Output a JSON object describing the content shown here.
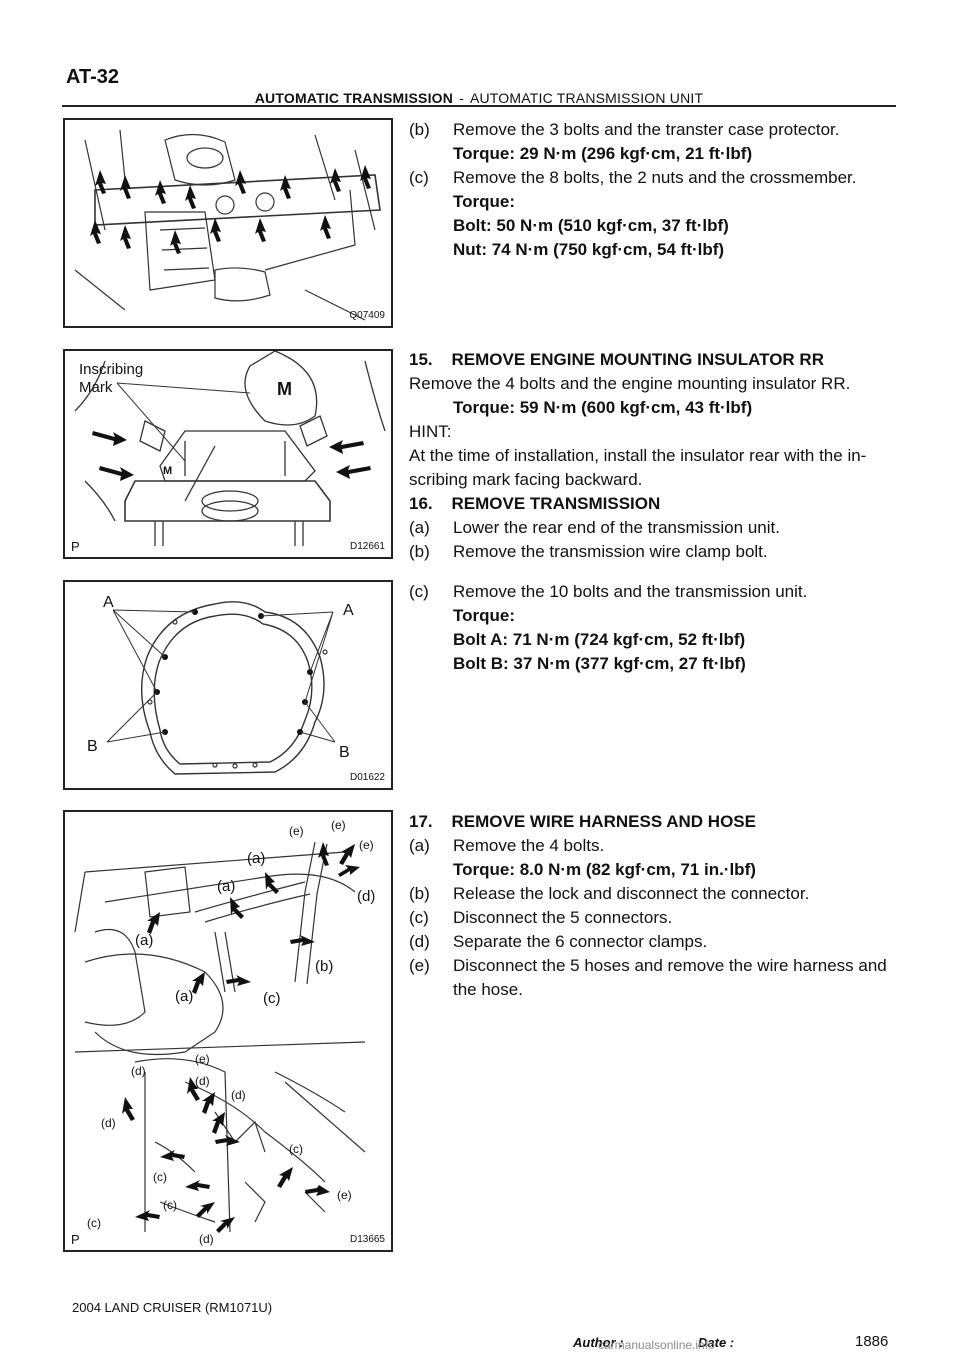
{
  "header": {
    "page_code": "AT-32",
    "title": "AUTOMATIC TRANSMISSION",
    "separator": "-",
    "subtitle": "AUTOMATIC TRANSMISSION UNIT"
  },
  "figures": [
    {
      "code": "Q07409",
      "p": ""
    },
    {
      "code": "D12661",
      "p": "P",
      "labels": [
        "Inscribing",
        "Mark"
      ]
    },
    {
      "code": "D01622",
      "p": "",
      "labels": [
        "A",
        "A",
        "B",
        "B"
      ]
    },
    {
      "code": "D13665",
      "p": "P",
      "labels": [
        "(e)",
        "(e)",
        "(e)",
        "(a)",
        "(a)",
        "(d)",
        "(a)",
        "(b)",
        "(a)",
        "(c)",
        "(e)",
        "(d)",
        "(d)",
        "(d)",
        "(d)",
        "(c)",
        "(c)",
        "(c)",
        "(e)",
        "(c)",
        "(d)"
      ]
    }
  ],
  "section1": {
    "b_label": "(b)",
    "b_text": "Remove the 3 bolts and the transter case protector.",
    "b_torque": "Torque: 29 N·m (296 kgf·cm, 21 ft·lbf)",
    "c_label": "(c)",
    "c_text": "Remove the 8 bolts, the 2 nuts and the crossmember.",
    "c_torque": "Torque:",
    "c_bolt": "Bolt: 50 N·m (510 kgf·cm, 37 ft·lbf)",
    "c_nut": "Nut: 74 N·m (750 kgf·cm, 54 ft·lbf)"
  },
  "section15": {
    "heading": "15.    REMOVE ENGINE MOUNTING INSULATOR RR",
    "text": "Remove the 4 bolts and the engine mounting insulator RR.",
    "torque": "Torque: 59 N·m (600 kgf·cm, 43 ft·lbf)",
    "hint": "HINT:",
    "hint_text1": "At the time of installation, install the insulator rear with the in-",
    "hint_text2": "scribing mark facing backward."
  },
  "section16": {
    "heading": "16.    REMOVE TRANSMISSION",
    "a_label": "(a)",
    "a_text": "Lower the rear end of the transmission unit.",
    "b_label": "(b)",
    "b_text": "Remove the transmission wire clamp bolt.",
    "c_label": "(c)",
    "c_text": "Remove the 10 bolts and the transmission unit.",
    "c_torque": "Torque:",
    "c_bolt_a": "Bolt A: 71 N·m (724 kgf·cm, 52 ft·lbf)",
    "c_bolt_b": "Bolt B: 37 N·m (377 kgf·cm, 27 ft·lbf)"
  },
  "section17": {
    "heading": "17.    REMOVE WIRE HARNESS AND HOSE",
    "a_label": "(a)",
    "a_text": "Remove the 4 bolts.",
    "a_torque": "Torque: 8.0 N·m (82 kgf·cm, 71 in.·lbf)",
    "b_label": "(b)",
    "b_text": "Release the lock and disconnect the connector.",
    "c_label": "(c)",
    "c_text": "Disconnect the 5 connectors.",
    "d_label": "(d)",
    "d_text": "Separate the 6 connector clamps.",
    "e_label": "(e)",
    "e_text1": "Disconnect the 5 hoses and remove the wire harness and",
    "e_text2": "the hose."
  },
  "footer": {
    "model": "2004 LAND CRUISER   (RM1071U)",
    "author": "Author :",
    "date": "Date :",
    "page": "1886",
    "watermark": "carmanualsonline.info"
  }
}
